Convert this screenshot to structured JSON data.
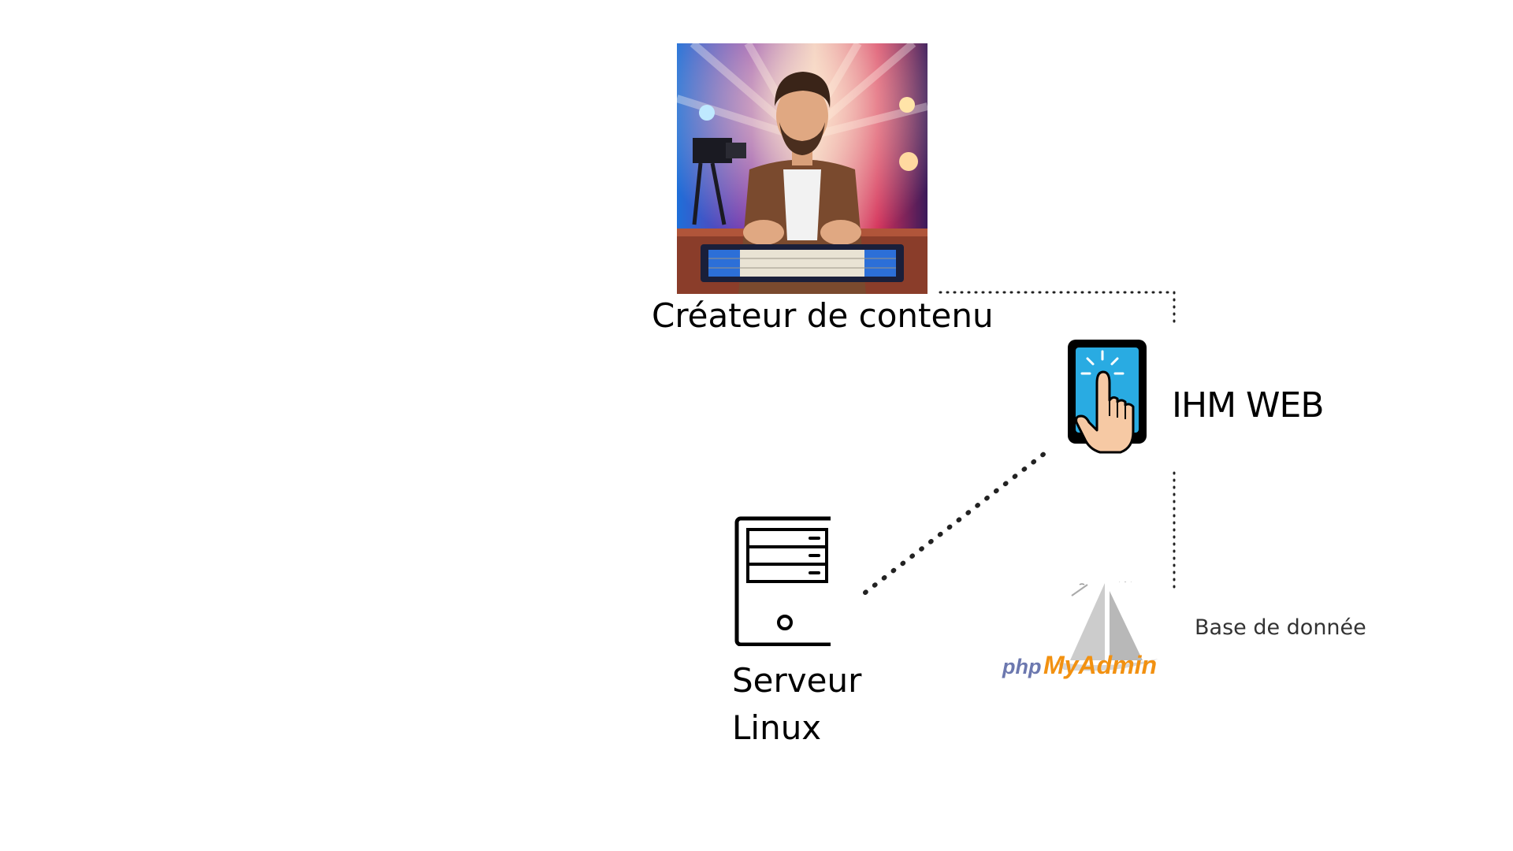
{
  "nodes": {
    "creator": {
      "label": "Créateur de contenu",
      "icon": "content-creator-photo"
    },
    "ihm": {
      "label": "IHM WEB",
      "icon": "touch-tablet-icon"
    },
    "server": {
      "label_line1": "Serveur",
      "label_line2": "Linux",
      "icon": "server-tower-icon"
    },
    "database": {
      "label": "Base de donnée",
      "logo_text_php": "php",
      "logo_text_myadmin": "MyAdmin",
      "icon": "phpmyadmin-logo"
    }
  },
  "colors": {
    "tablet_screen": "#29abe2",
    "hand_skin": "#f6c9a4",
    "pma_orange": "#f29111",
    "pma_blue": "#6c78af",
    "sail_gray": "#cccccc"
  }
}
